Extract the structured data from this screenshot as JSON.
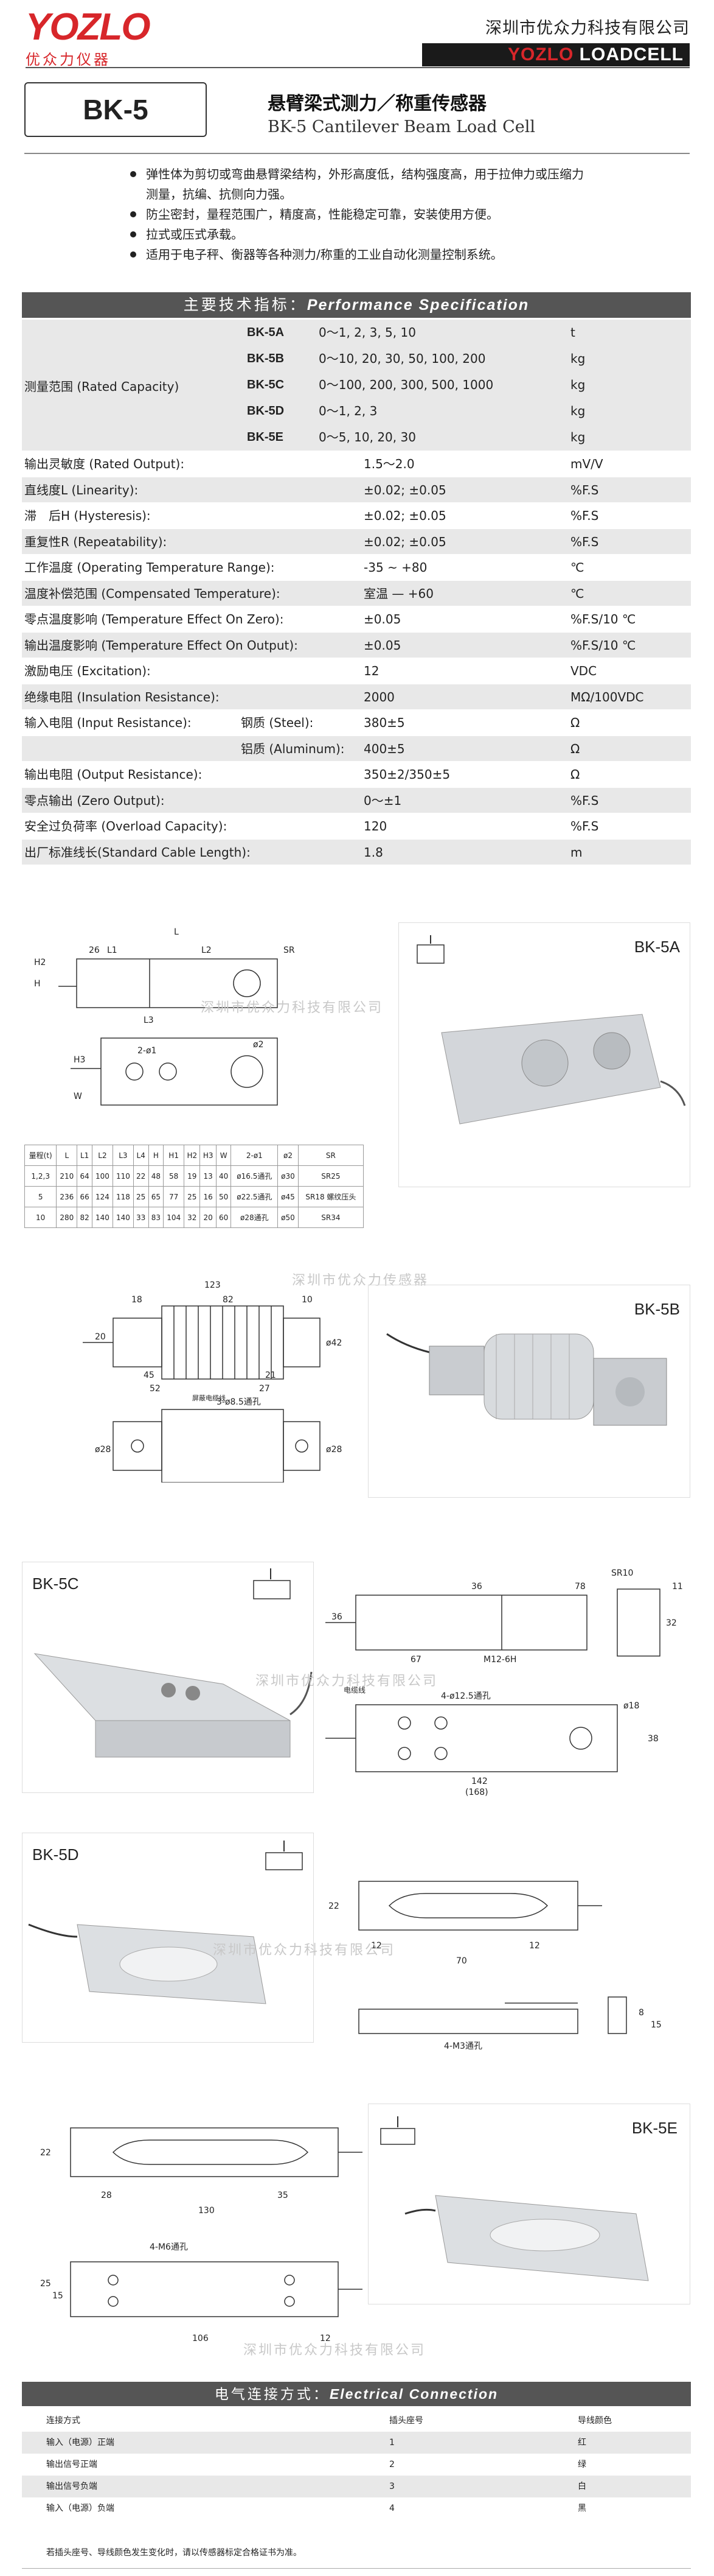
{
  "header": {
    "logo_text": "YOZLO",
    "logo_cn": "优众力仪器",
    "company": "深圳市优众力科技有限公司",
    "brand_red": "YOZLO",
    "brand_white": "LOADCELL"
  },
  "title": {
    "model": "BK-5",
    "cn": "悬臂梁式测力／称重传感器",
    "en": "BK-5 Cantilever Beam Load Cell"
  },
  "features": [
    "弹性体为剪切或弯曲悬臂梁结构，外形高度低，结构强度高，用于拉伸力或压缩力",
    "测量，抗编、抗侧向力强。",
    "防尘密封，量程范围广，精度高，性能稳定可靠，安装使用方便。",
    "拉式或压式承载。",
    "适用于电子秤、衡器等各种测力/称重的工业自动化测量控制系统。"
  ],
  "spec": {
    "title_cn": "主要技术指标：",
    "title_en": "Performance Specification",
    "range_name": "测量范围 (Rated Capacity)",
    "ranges": [
      {
        "model": "BK-5A",
        "values": "0～1, 2, 3, 5, 10",
        "unit": "t"
      },
      {
        "model": "BK-5B",
        "values": "0～10, 20, 30, 50, 100, 200",
        "unit": "kg"
      },
      {
        "model": "BK-5C",
        "values": "0～100, 200, 300, 500, 1000",
        "unit": "kg"
      },
      {
        "model": "BK-5D",
        "values": "0～1, 2, 3",
        "unit": "kg"
      },
      {
        "model": "BK-5E",
        "values": "0～5, 10, 20, 30",
        "unit": "kg"
      }
    ],
    "rows": [
      {
        "name": "输出灵敏度 (Rated Output):",
        "value": "1.5～2.0",
        "unit": "mV/V"
      },
      {
        "name": "直线度L (Linearity):",
        "value": "±0.02; ±0.05",
        "unit": "%F.S"
      },
      {
        "name": "滞　后H (Hysteresis):",
        "value": "±0.02; ±0.05",
        "unit": "%F.S"
      },
      {
        "name": "重复性R (Repeatability):",
        "value": "±0.02; ±0.05",
        "unit": "%F.S"
      },
      {
        "name": "工作温度 (Operating Temperature Range):",
        "value": "-35 ~ +80",
        "unit": "℃"
      },
      {
        "name": "温度补偿范围 (Compensated Temperature):",
        "value": "室温 — +60",
        "unit": "℃"
      },
      {
        "name": "零点温度影响 (Temperature Effect On Zero):",
        "value": "±0.05",
        "unit": "%F.S/10 ℃"
      },
      {
        "name": "输出温度影响 (Temperature Effect On Output):",
        "value": "±0.05",
        "unit": "%F.S/10 ℃"
      },
      {
        "name": "激励电压 (Excitation):",
        "value": "12",
        "unit": "VDC"
      },
      {
        "name": "绝缘电阻 (Insulation Resistance):",
        "value": "2000",
        "unit": "MΩ/100VDC"
      },
      {
        "name": "输入电阻 (Input Resistance):",
        "sub": "钢质 (Steel):",
        "value": "380±5",
        "unit": "Ω"
      },
      {
        "name": "",
        "sub": "铝质 (Aluminum):",
        "value": "400±5",
        "unit": "Ω"
      },
      {
        "name": "输出电阻 (Output Resistance):",
        "value": "350±2/350±5",
        "unit": "Ω"
      },
      {
        "name": "零点输出 (Zero Output):",
        "value": "0～±1",
        "unit": "%F.S"
      },
      {
        "name": "安全过负荷率 (Overload Capacity):",
        "value": "120",
        "unit": "%F.S"
      },
      {
        "name": "出厂标准线长(Standard Cable  Length):",
        "value": "1.8",
        "unit": "m"
      }
    ]
  },
  "drawings": {
    "a_label": "BK-5A",
    "b_label": "BK-5B",
    "c_label": "BK-5C",
    "d_label": "BK-5D",
    "e_label": "BK-5E",
    "watermark": "深圳市优众力科技有限公司",
    "watermark2": "深圳市优众力传感器",
    "a_dims": {
      "L": "L",
      "L1": "L1",
      "L2": "L2",
      "L3": "L3",
      "H": "H",
      "H2": "H2",
      "H3": "H3",
      "W": "W",
      "d26": "26",
      "dt": "2-ø1",
      "d2": "ø2",
      "sr": "SR"
    },
    "a_table": {
      "head": [
        "量程(t)",
        "L",
        "L1",
        "L2",
        "L3",
        "L4",
        "H",
        "H1",
        "H2",
        "H3",
        "W",
        "2-ø1",
        "ø2",
        "SR"
      ],
      "rows": [
        [
          "1,2,3",
          "210",
          "64",
          "100",
          "110",
          "22",
          "48",
          "58",
          "19",
          "13",
          "40",
          "ø16.5通孔",
          "ø30",
          "SR25"
        ],
        [
          "5",
          "236",
          "66",
          "124",
          "118",
          "25",
          "65",
          "77",
          "25",
          "16",
          "50",
          "ø22.5通孔",
          "ø45",
          "SR18 螺纹压头"
        ],
        [
          "10",
          "280",
          "82",
          "140",
          "140",
          "33",
          "83",
          "104",
          "32",
          "20",
          "60",
          "ø28通孔",
          "ø50",
          "SR34"
        ]
      ]
    },
    "b_dims": {
      "d123": "123",
      "d18": "18",
      "d82": "82",
      "d10": "10",
      "d20": "20",
      "d42": "ø42",
      "d45": "45",
      "d21": "21",
      "d52": "52",
      "d27": "27",
      "d28": "ø28",
      "d28b": "ø28",
      "hole": "3-ø8.5通孔",
      "wire": "屏蔽电缆线"
    },
    "c_dims": {
      "sr": "SR10",
      "d36": "36",
      "d78": "78",
      "d11": "11",
      "d36b": "36",
      "d32": "32",
      "d67": "67",
      "m": "M12-6H",
      "holes": "4-ø12.5通孔",
      "d18": "ø18",
      "d38": "38",
      "d142": "142",
      "d168": "(168)",
      "lbl_cable": "电缆线"
    },
    "d_dims": {
      "d22": "22",
      "d12a": "12",
      "d12b": "12",
      "d70": "70",
      "d8": "8",
      "d15": "15",
      "holes": "4-M3通孔"
    },
    "e_dims": {
      "d22": "22",
      "d28": "28",
      "d35": "35",
      "d130": "130",
      "holes": "4-M6通孔",
      "d25": "25",
      "d15": "15",
      "d106": "106",
      "d12": "12"
    }
  },
  "electrical": {
    "title_cn": "电气连接方式：",
    "title_en": "Electrical Connection",
    "head": [
      "连接方式",
      "插头座号",
      "导线颜色"
    ],
    "rows": [
      [
        "输入（电源）正端",
        "1",
        "红"
      ],
      [
        "输出信号正端",
        "2",
        "绿"
      ],
      [
        "输出信号负端",
        "3",
        "白"
      ],
      [
        "输入（电源）负端",
        "4",
        "黑"
      ]
    ],
    "note": "若插头座号、导线颜色发生变化时，请以传感器标定合格证书为准。"
  }
}
